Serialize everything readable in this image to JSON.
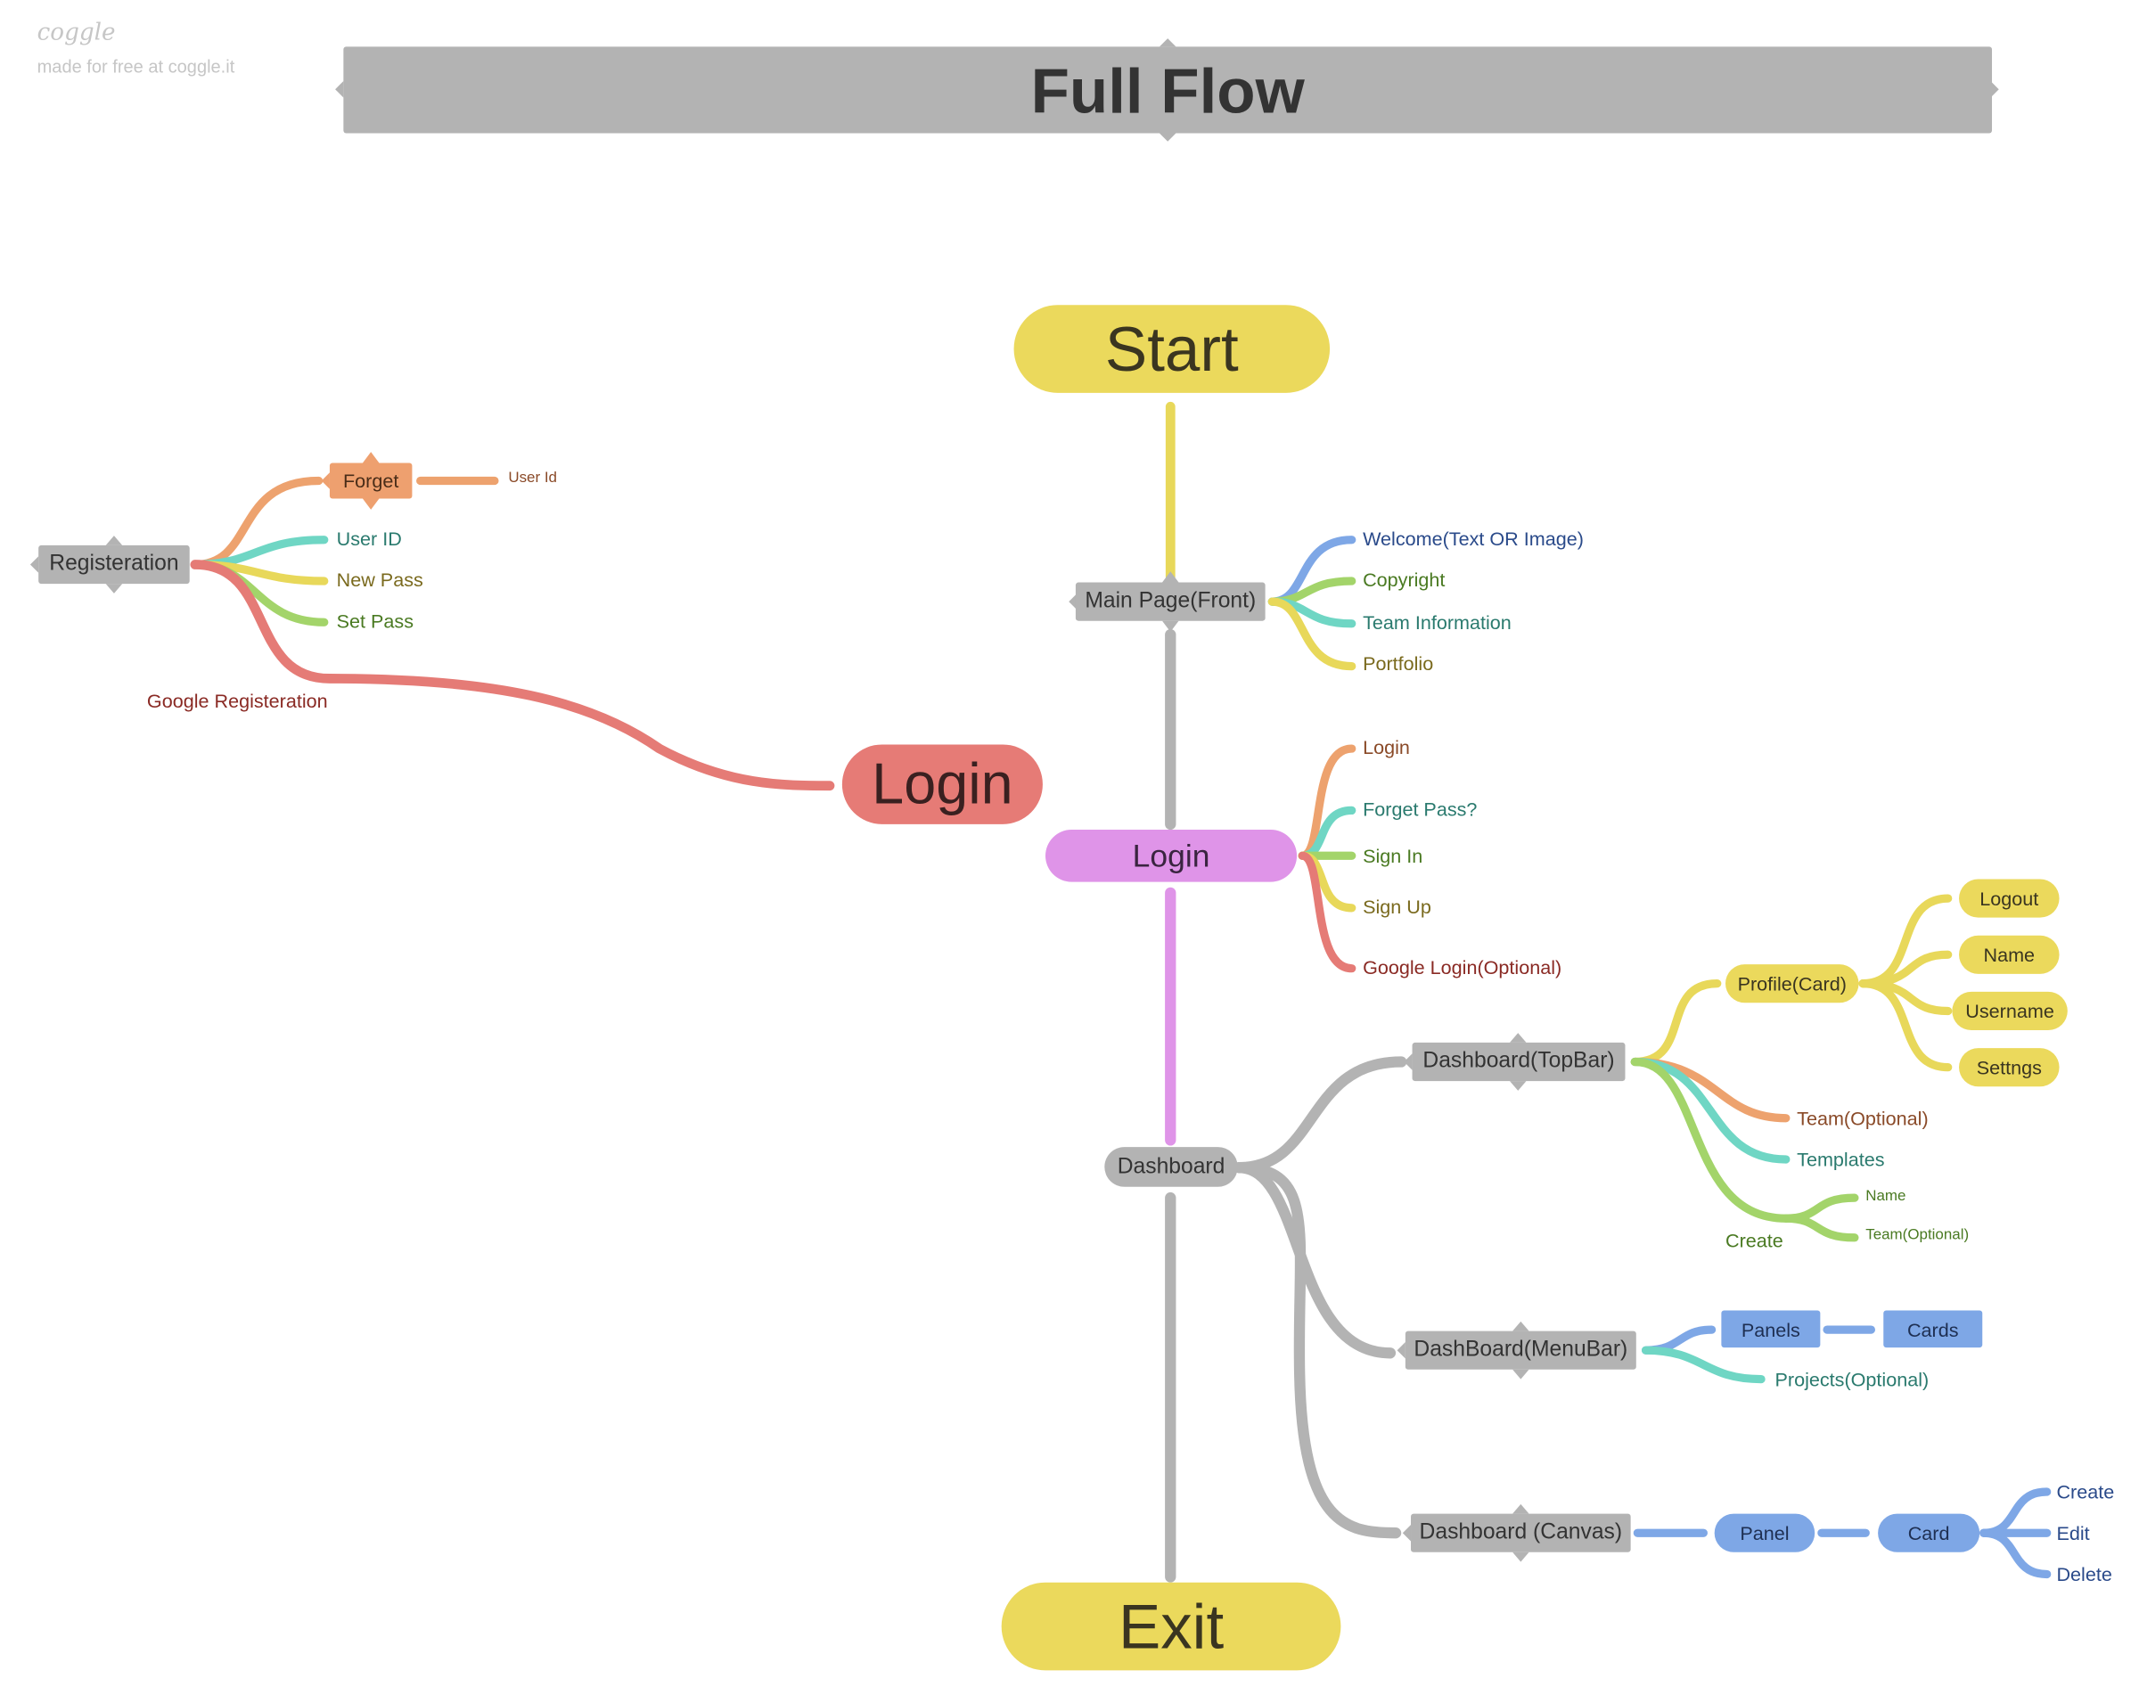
{
  "brand": {
    "logo_text": "coggle",
    "tagline": "made for free at coggle.it"
  },
  "title": "Full Flow",
  "colors": {
    "grey": "#b3b3b3",
    "yellow": "#e8d85a",
    "orange": "#eda26e",
    "teal": "#6fd6c4",
    "green": "#a3d46a",
    "blue": "#7ea7e6",
    "red": "#e57b76",
    "pink": "#df94e8",
    "node_yellow": "#ebd95c",
    "node_red": "#e67b76",
    "node_pink": "#df94e8",
    "node_orange": "#eea06f",
    "node_blue": "#7ea7e6"
  },
  "nodes": {
    "start": "Start",
    "main_page": "Main Page(Front)",
    "login_center": "Login",
    "login_big": "Login",
    "dashboard": "Dashboard",
    "exit": "Exit",
    "registeration": "Registeration",
    "forget": "Forget",
    "dash_topbar": "Dashboard(TopBar)",
    "dash_menubar": "DashBoard(MenuBar)",
    "dash_canvas": "Dashboard (Canvas)",
    "profile_card": "Profile(Card)",
    "logout": "Logout",
    "name": "Name",
    "username": "Username",
    "settings": "Settngs",
    "panels": "Panels",
    "cards": "Cards",
    "panel": "Panel",
    "card": "Card"
  },
  "labels": {
    "user_id_small": "User Id",
    "user_id": "User ID",
    "new_pass": "New Pass",
    "set_pass": "Set Pass",
    "google_registeration": "Google Registeration",
    "welcome": "Welcome(Text OR Image)",
    "copyright": "Copyright",
    "team_information": "Team Information",
    "portfolio": "Portfolio",
    "login_item": "Login",
    "forget_pass": "Forget Pass?",
    "sign_in": "Sign In",
    "sign_up": "Sign Up",
    "google_login": "Google Login(Optional)",
    "team_optional": "Team(Optional)",
    "templates": "Templates",
    "create": "Create",
    "create_name": "Name",
    "create_team": "Team(Optional)",
    "projects_optional": "Projects(Optional)",
    "card_create": "Create",
    "card_edit": "Edit",
    "card_delete": "Delete"
  }
}
